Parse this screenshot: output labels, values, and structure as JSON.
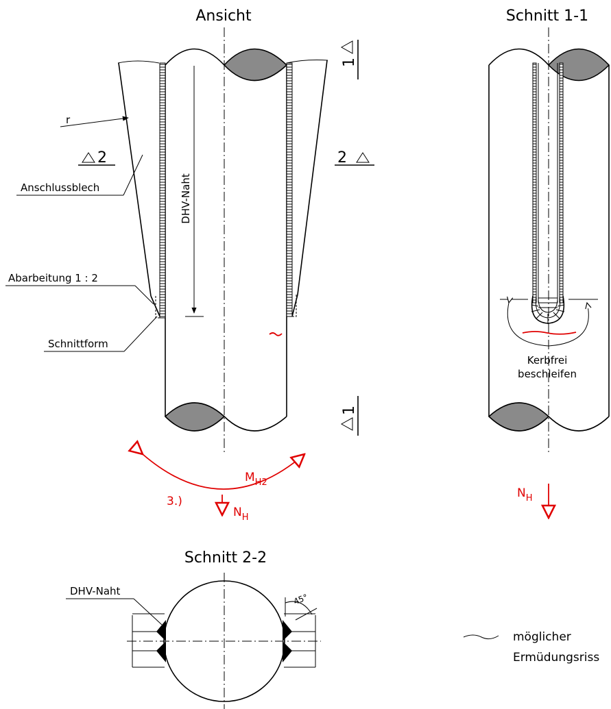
{
  "views": {
    "ansicht": "Ansicht",
    "schnitt11": "Schnitt 1-1",
    "schnitt22": "Schnitt 2-2"
  },
  "section_marks": {
    "one": "1",
    "two": "2"
  },
  "labels": {
    "r": "r",
    "anschlussblech": "Anschlussblech",
    "dhv_naht": "DHV-Naht",
    "abarbeitung": "Abarbeitung 1 : 2",
    "schnittform": "Schnittform",
    "kerbfrei_1": "Kerbfrei",
    "kerbfrei_2": "beschleifen",
    "dhv_naht_section": "DHV-Naht",
    "angle": "45°"
  },
  "loads": {
    "step": "3.)",
    "moment_main": "M",
    "moment_sub": "H2",
    "normal_main": "N",
    "normal_sub": "H"
  },
  "legend": {
    "line1": "möglicher",
    "line2": "Ermüdungsriss"
  },
  "colors": {
    "load": "#e00000",
    "crack": "#e00000",
    "tube_cut": "#8a8a8a"
  }
}
